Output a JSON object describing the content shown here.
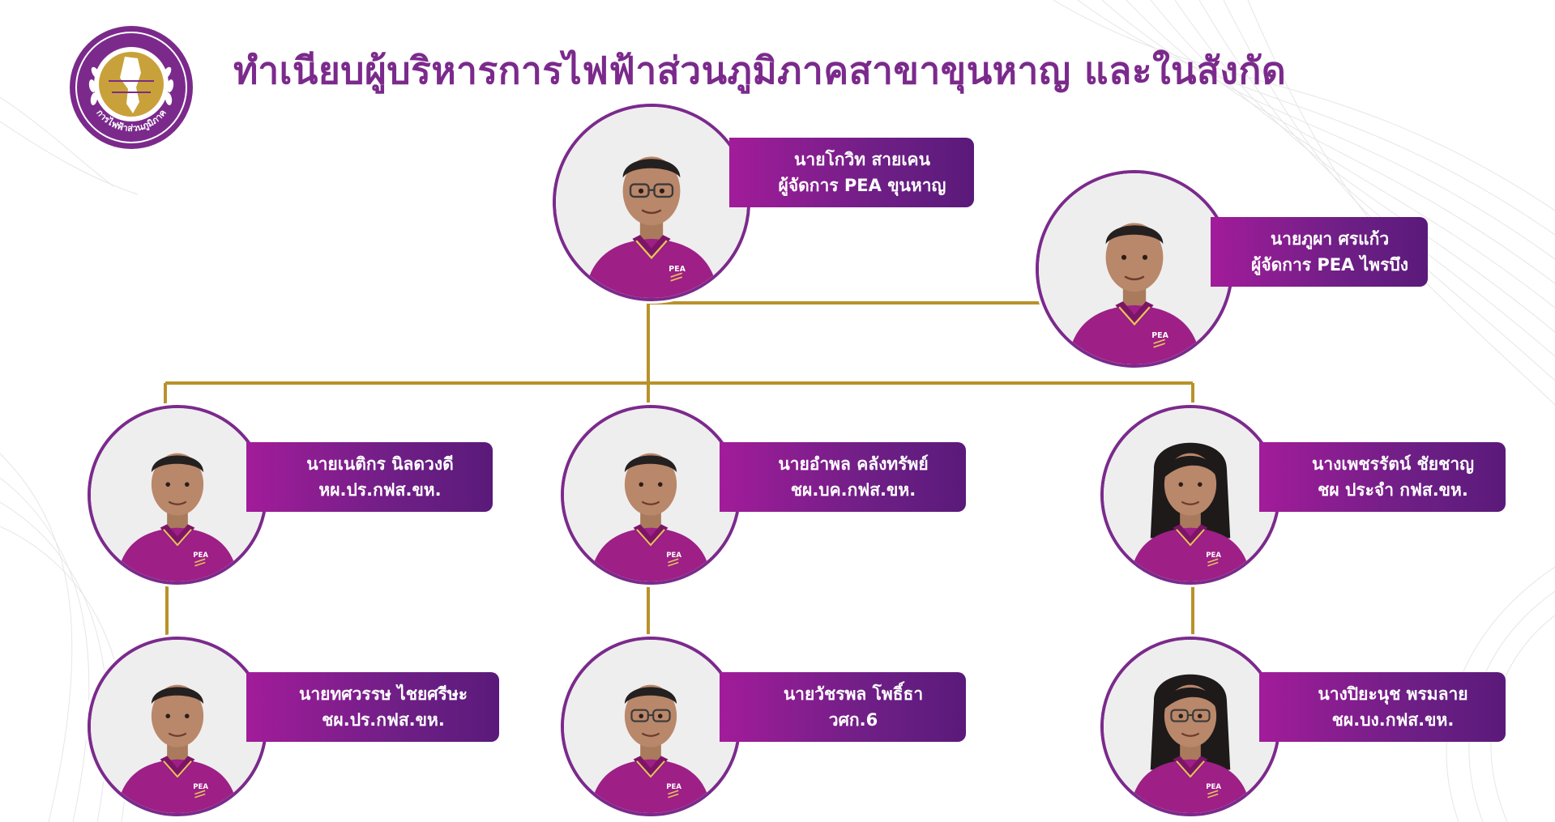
{
  "header": {
    "title": "ทำเนียบผู้บริหารการไฟฟ้าส่วนภูมิภาคสาขาขุนหาญ และในสังกัด",
    "logo_text": "การไฟฟ้าส่วนภูมิภาค",
    "logo_icon": "pea-logo-icon"
  },
  "colors": {
    "brand_purple": "#7b2a8c",
    "shirt_purple": "#9e1f86",
    "label_gradient_start": "#a21c9a",
    "label_gradient_end": "#5a1a7a",
    "connector_gold": "#b8922a",
    "logo_gold": "#c9a13a"
  },
  "shirt_logo_text": "PEA",
  "people": [
    {
      "id": "p1",
      "name": "นายโกวิท สายเคน",
      "position": "ผู้จัดการ PEA ขุนหาญ",
      "gender": "m",
      "glasses": true
    },
    {
      "id": "p2",
      "name": "นายภูผา ศรแก้ว",
      "position": "ผู้จัดการ PEA ไพรบึง",
      "gender": "m",
      "glasses": false
    },
    {
      "id": "p3",
      "name": "นายเนติกร นิลดวงดี",
      "position": "หผ.ปร.กฟส.ขห.",
      "gender": "m",
      "glasses": false
    },
    {
      "id": "p4",
      "name": "นายอำพล คลังทรัพย์",
      "position": "ชผ.บค.กฟส.ขห.",
      "gender": "m",
      "glasses": false
    },
    {
      "id": "p5",
      "name": "นางเพชรรัตน์ ชัยชาญ",
      "position": "ชผ ประจำ กฟส.ขห.",
      "gender": "f",
      "glasses": false
    },
    {
      "id": "p6",
      "name": "นายทศวรรษ ไชยศรีษะ",
      "position": "ชผ.ปร.กฟส.ขห.",
      "gender": "m",
      "glasses": false
    },
    {
      "id": "p7",
      "name": "นายวัชรพล โพธิ์ธา",
      "position": "วศก.6",
      "gender": "m",
      "glasses": true
    },
    {
      "id": "p8",
      "name": "นางปิยะนุช พรมลาย",
      "position": "ชผ.บง.กฟส.ขห.",
      "gender": "f",
      "glasses": true
    }
  ]
}
